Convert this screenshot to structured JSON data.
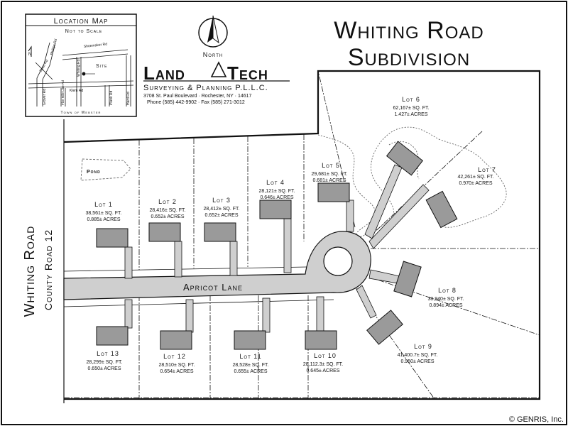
{
  "title": {
    "line1": "Whiting Road",
    "line2": "Subdivision"
  },
  "location_map": {
    "heading": "Location Map",
    "scale_note": "Not to Scale",
    "site_label": "Site",
    "town_label": "Town of Webster",
    "roads": [
      "Shoemaker Rd",
      "Whiting Rd",
      "Klem Rd",
      "Plank Rd",
      "Hard Rd",
      "Five Mile Line Rd",
      "Grover Rd",
      "State Rd",
      "Phillips Rd"
    ]
  },
  "north_label": "North",
  "company": {
    "name_left": "Land",
    "name_right": "Tech",
    "sub": "Surveying & Planning P.L.L.C.",
    "address": "3708 St. Paul Boulevard · Rochester, NY · 14617",
    "phone": "Phone (585) 442-9902 · Fax (585) 271-3012"
  },
  "road": {
    "name": "Whiting Road",
    "county": "County Road 12"
  },
  "street": "Apricot Lane",
  "pond": "Pond",
  "lots": [
    {
      "label": "Lot 1",
      "sqft": "38,561± SQ. FT.",
      "acres": "0.885± ACRES"
    },
    {
      "label": "Lot 2",
      "sqft": "28,416± SQ. FT.",
      "acres": "0.652± ACRES"
    },
    {
      "label": "Lot 3",
      "sqft": "28,412± SQ. FT.",
      "acres": "0.652± ACRES"
    },
    {
      "label": "Lot 4",
      "sqft": "28,121± SQ. FT.",
      "acres": "0.646± ACRES"
    },
    {
      "label": "Lot 5",
      "sqft": "29,681± SQ. FT.",
      "acres": "0.681± ACRES"
    },
    {
      "label": "Lot 6",
      "sqft": "62,167± SQ. FT.",
      "acres": "1.427± ACRES"
    },
    {
      "label": "Lot 7",
      "sqft": "42,261± SQ. FT.",
      "acres": "0.970± ACRES"
    },
    {
      "label": "Lot 8",
      "sqft": "38,940± SQ. FT.",
      "acres": "0.894± ACRES"
    },
    {
      "label": "Lot 9",
      "sqft": "41,400.7± SQ. FT.",
      "acres": "0.950± ACRES"
    },
    {
      "label": "Lot 10",
      "sqft": "28,112.3± SQ. FT.",
      "acres": "0.645± ACRES"
    },
    {
      "label": "Lot 11",
      "sqft": "28,528± SQ. FT.",
      "acres": "0.655± ACRES"
    },
    {
      "label": "Lot 12",
      "sqft": "28,510± SQ. FT.",
      "acres": "0.654± ACRES"
    },
    {
      "label": "Lot 13",
      "sqft": "28,299± SQ. FT.",
      "acres": "0.650± ACRES"
    }
  ],
  "copyright": "© GENRIS, Inc.",
  "colors": {
    "house": "#9a9a9a",
    "pavement": "#cfcfcf",
    "line": "#111111"
  }
}
